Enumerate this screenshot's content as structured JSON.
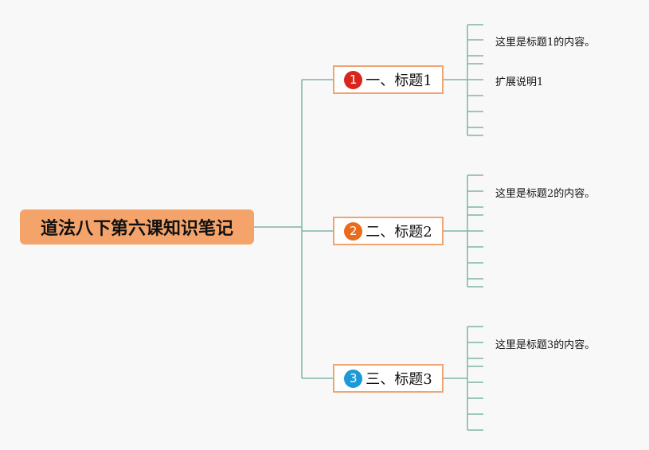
{
  "root": {
    "label": "道法八下第六课知识笔记"
  },
  "topics": [
    {
      "number": "1",
      "label": "一、标题1",
      "badge_color": "#d8261b",
      "leaves": [
        "这里是标题1的内容。",
        "扩展说明1"
      ]
    },
    {
      "number": "2",
      "label": "二、标题2",
      "badge_color": "#e96c1a",
      "leaves": [
        "这里是标题2的内容。"
      ]
    },
    {
      "number": "3",
      "label": "三、标题3",
      "badge_color": "#1c9ad6",
      "leaves": [
        "这里是标题3的内容。"
      ]
    }
  ],
  "colors": {
    "connector": "#7fb5a4",
    "root_fill": "#f4a46b",
    "topic_border": "#f0a472"
  }
}
